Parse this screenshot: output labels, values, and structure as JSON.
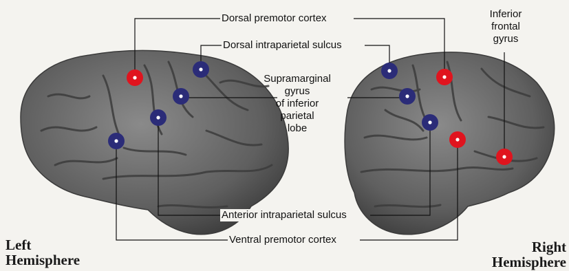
{
  "labels": {
    "dorsal_premotor": "Dorsal premotor cortex",
    "dorsal_intraparietal": "Dorsal intraparietal sulcus",
    "supramarginal": [
      "Supramarginal",
      "gyrus",
      "of inferior",
      "parietal",
      "lobe"
    ],
    "inferior_frontal": [
      "Inferior",
      "frontal",
      "gyrus"
    ],
    "anterior_intraparietal": "Anterior intraparietal sulcus",
    "ventral_premotor": "Ventral premotor cortex"
  },
  "hemispheres": {
    "left": [
      "Left",
      "Hemisphere"
    ],
    "right": [
      "Right",
      "Hemisphere"
    ]
  },
  "colors": {
    "background": "#f4f3ef",
    "brain": "#6c6c6c",
    "red_marker": "#e0141e",
    "blue_marker": "#2b2c78"
  }
}
